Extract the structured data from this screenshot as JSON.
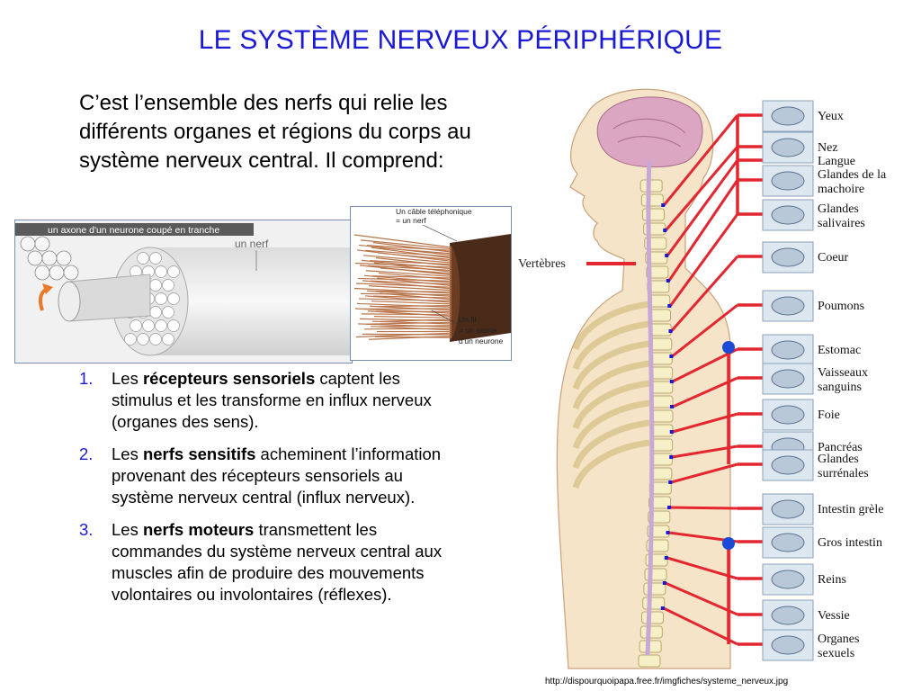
{
  "title": "LE SYSTÈME NERVEUX PÉRIPHÉRIQUE",
  "intro": "C’est l’ensemble des nerfs qui relie les différents organes et régions du corps au système nerveux central. Il comprend:",
  "items": [
    {
      "num": "1.",
      "pre": "Les ",
      "bold": "récepteurs sensoriels",
      "post": " captent les stimulus et les transforme en influx nerveux (organes des sens)."
    },
    {
      "num": "2.",
      "pre": "Les ",
      "bold": "nerfs sensitifs",
      "post": " acheminent l’information provenant des récepteurs sensoriels au système nerveux central (influx nerveux)."
    },
    {
      "num": "3.",
      "pre": "Les ",
      "bold": "nerfs moteurs",
      "post": " transmettent les commandes du système nerveux central aux muscles afin de produire des mouvements volontaires ou involontaires (réflexes)."
    }
  ],
  "axon_figure": {
    "caption": "un axone d'un neurone coupé en tranche",
    "nerve_label": "un nerf"
  },
  "cable_figure": {
    "top_line1": "Un câble téléphonique",
    "top_line2": "= un nerf",
    "bottom_line1": "Un fil",
    "bottom_line2": "= un axone",
    "bottom_line3": "d'un neurone"
  },
  "body_figure": {
    "vertebrae_label": "Vertèbres",
    "organs": [
      {
        "l1": "Yeux"
      },
      {
        "l1": "Nez"
      },
      {
        "l1": "Langue"
      },
      {
        "l1": "Glandes de la",
        "l2": "machoire"
      },
      {
        "l1": "Glandes",
        "l2": "salivaires"
      },
      {
        "l1": "Coeur"
      },
      {
        "l1": "Poumons"
      },
      {
        "l1": "Estomac"
      },
      {
        "l1": "Vaisseaux",
        "l2": "sanguins"
      },
      {
        "l1": "Foie"
      },
      {
        "l1": "Pancréas"
      },
      {
        "l1": "Glandes",
        "l2": "surrénales"
      },
      {
        "l1": "Intestin grèle"
      },
      {
        "l1": "Gros intestin"
      },
      {
        "l1": "Reins"
      },
      {
        "l1": "Vessie"
      },
      {
        "l1": "Organes",
        "l2": "sexuels"
      }
    ],
    "colors": {
      "nerve": "#e3262f",
      "skin": "#f3ddc0",
      "brain": "#d9a0c0",
      "spine": "#f6efc8"
    }
  },
  "source": "http://dispourquoipapa.free.fr/imgfiches/systeme_nerveux.jpg"
}
